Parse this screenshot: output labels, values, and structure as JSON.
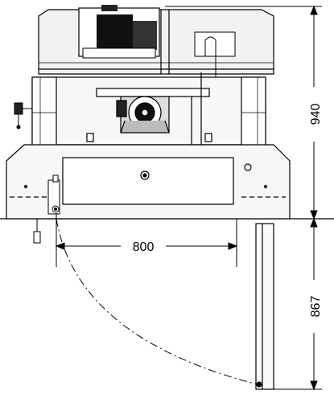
{
  "drawing": {
    "dimensions": {
      "width": "800",
      "height_upper": "940",
      "height_lower": "867"
    },
    "colors": {
      "line": "#000000",
      "panel_fill": "#f2f2f2",
      "motor_fill": "#111111",
      "base_fill": "#f7f7f7"
    }
  }
}
